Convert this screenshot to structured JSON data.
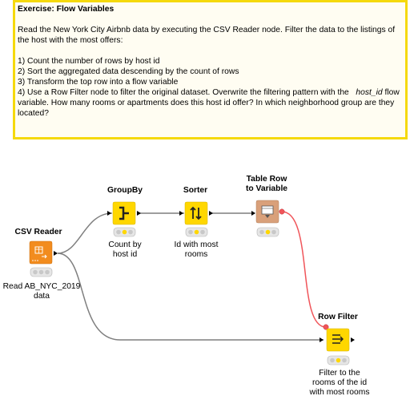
{
  "annotation": {
    "title": "Exercise: Flow Variables",
    "intro": "Read the New York City Airbnb data by executing the CSV Reader node. Filter the data to the listings of the host with the most offers:",
    "step1": "1) Count the number of rows by host id",
    "step2": "2) Sort the aggregated data descending by the count of rows",
    "step3": "3) Transform the top row into a flow variable",
    "step4_a": "4) Use a Row Filter node to filter the original dataset. Overwrite the filtering pattern with the",
    "step4_var": "host_id",
    "step4_b": "flow variable. How many rooms or apartments does this host id offer? In which neighborhood group are they located?"
  },
  "nodes": {
    "csv_reader": {
      "title": "CSV Reader",
      "label_1": "Read AB_NYC_2019",
      "label_2": "data",
      "color": "#f28c1e"
    },
    "groupby": {
      "title": "GroupBy",
      "label_1": "Count by",
      "label_2": "host id",
      "color": "#ffd700"
    },
    "sorter": {
      "title": "Sorter",
      "label_1": "Id with most",
      "label_2": "rooms",
      "color": "#ffd700"
    },
    "table_row_to_variable": {
      "title_1": "Table Row",
      "title_2": "to Variable",
      "color": "#d9a07a"
    },
    "row_filter": {
      "title": "Row Filter",
      "label_1": "Filter to the",
      "label_2": "rooms of the id",
      "label_3": "with most rooms",
      "color": "#ffd700"
    }
  },
  "colors": {
    "data_connection": "#7f7f7f",
    "flow_variable_connection": "#f0555a",
    "annotation_border": "#f5d90c"
  }
}
